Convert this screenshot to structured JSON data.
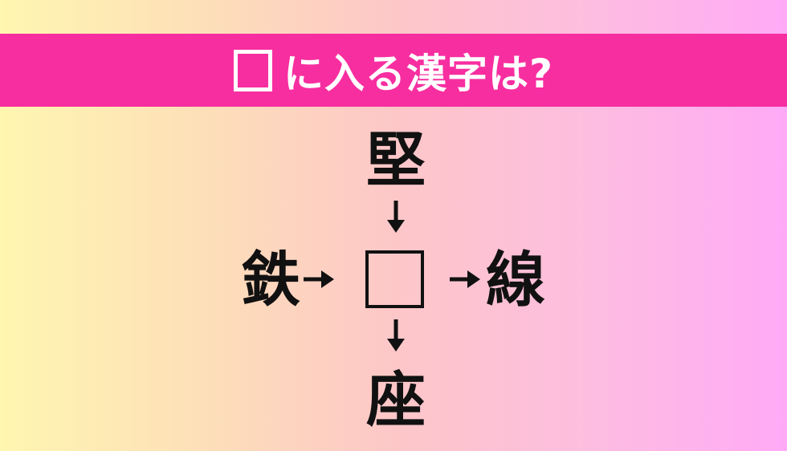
{
  "header": {
    "prompt": "に入る漢字は?"
  },
  "puzzle": {
    "top": "堅",
    "left": "鉄",
    "right": "線",
    "bottom": "座"
  },
  "colors": {
    "banner": "#f72ea0",
    "text": "#111111"
  }
}
